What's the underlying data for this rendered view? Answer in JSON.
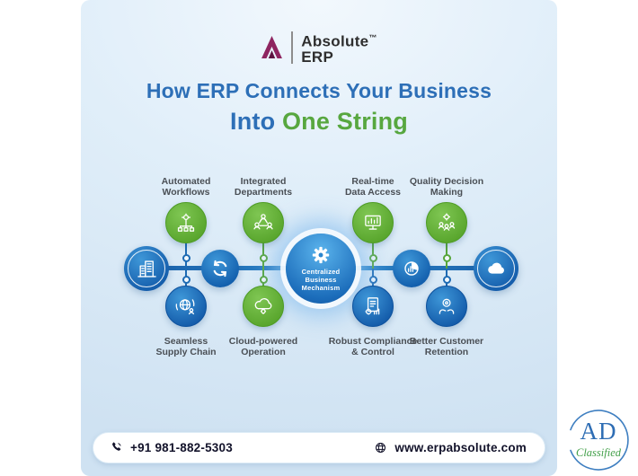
{
  "logo": {
    "brand": "Absolute",
    "tm": "™",
    "product": "ERP"
  },
  "title": {
    "line1": "How ERP Connects Your Business",
    "line2_plain": "Into",
    "line2_accent": "One String"
  },
  "diagram": {
    "center_node": {
      "line1": "Centralized Business",
      "line2": "Mechanism",
      "icon": "gear-icon"
    },
    "left_terminal_icon": "buildings-icon",
    "right_terminal_icon": "cloud-icon",
    "connector_icons": [
      "sync-arrows-icon",
      "pie-analytics-icon"
    ],
    "top_nodes": [
      {
        "line1": "Automated",
        "line2": "Workflows",
        "icon": "workflow-gear-icon",
        "color": "green"
      },
      {
        "line1": "Integrated",
        "line2": "Departments",
        "icon": "team-network-icon",
        "color": "green"
      },
      {
        "line1": "Real-time",
        "line2": "Data Access",
        "icon": "monitor-chart-icon",
        "color": "green"
      },
      {
        "line1": "Quality Decision",
        "line2": "Making",
        "icon": "decision-people-icon",
        "color": "green"
      }
    ],
    "bottom_nodes": [
      {
        "line1": "Seamless",
        "line2": "Supply Chain",
        "icon": "globe-logistics-icon",
        "color": "blue"
      },
      {
        "line1": "Cloud-powered",
        "line2": "Operation",
        "icon": "cloud-gear-icon",
        "color": "green"
      },
      {
        "line1": "Robust Compliance",
        "line2": "& Control",
        "icon": "document-gear-icon",
        "color": "blue"
      },
      {
        "line1": "Better Customer",
        "line2": "Retention",
        "icon": "hands-target-icon",
        "color": "blue"
      }
    ]
  },
  "footer": {
    "phone": "+91 981-882-5303",
    "website": "www.erpabsolute.com"
  },
  "watermark": {
    "title": "AD",
    "subtitle": "Classified"
  },
  "colors": {
    "title_blue": "#2d6fb7",
    "accent_green": "#57a73f",
    "node_green": "#63b236",
    "node_blue": "#1768b5",
    "connector_blue": "#1d6ab3",
    "logo_mark_magenta": "#8e2560",
    "card_bg": "#d9e9f6",
    "footer_text": "#12122a"
  }
}
